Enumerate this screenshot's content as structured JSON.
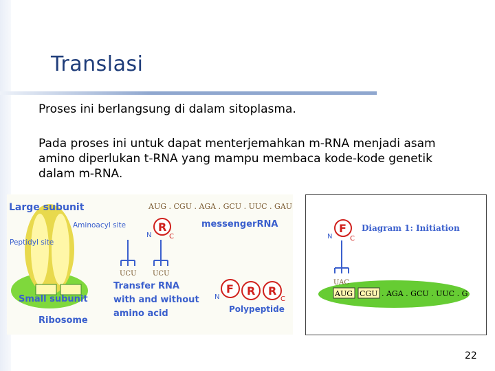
{
  "slide": {
    "title": "Translasi",
    "paragraph1": "Proses ini berlangsung di dalam sitoplasma.",
    "paragraph2": "Pada proses ini untuk dapat menterjemahkan m-RNA menjadi asam amino diperlukan t-RNA yang mampu membaca kode-kode genetik dalam m-RNA.",
    "page_number": "22"
  },
  "figure_left": {
    "large_subunit": "Large subunit",
    "aminoacyl_site": "Aminoacyl site",
    "peptidyl_site": "Peptidyl site",
    "small_subunit": "Small subunit",
    "ribosome": "Ribosome",
    "mrna_sequence": "AUG . CGU . AGA . GCU . UUC . GAU",
    "messenger_rna": "messengerRNA",
    "amino_letter": "R",
    "n_label": "N",
    "c_label": "C",
    "anticodon1": "UCU",
    "anticodon2": "UCU",
    "transfer_rna_line1": "Transfer RNA",
    "transfer_rna_line2": "with and without",
    "transfer_rna_line3": "amino acid",
    "polypeptide_letters": [
      "F",
      "R",
      "R"
    ],
    "polypeptide": "Polypeptide"
  },
  "figure_right": {
    "amino_letter": "F",
    "n_label": "N",
    "c_label": "C",
    "diagram_title": "Diagram 1: Initiation",
    "anticodon": "UAC",
    "codon1": "AUG",
    "codon2": "CGU",
    "sequence_rest": ". AGA . GCU . UUC . G"
  },
  "colors": {
    "title": "#1f3d7a",
    "accent_blue": "#3a5fcd",
    "amino_red": "#d0201c",
    "ribosome_green": "#66cc33",
    "subunit_yellow": "#f2e56a"
  }
}
